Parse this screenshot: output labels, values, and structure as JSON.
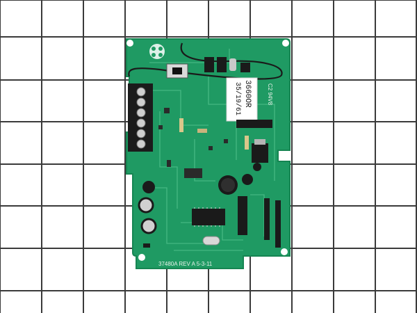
{
  "photo": {
    "background_color": "#ffffff",
    "grid_line_color": "#3a3a3a",
    "board_color": "#1f9a63",
    "board_edge_color": "#168552"
  },
  "board": {
    "label_sticker_text": "3660OR",
    "label_sticker_subtext": "35/19/61",
    "part_number_silk": "37480A REV A 5-3-11",
    "corner_silk": "C2 94V8"
  }
}
